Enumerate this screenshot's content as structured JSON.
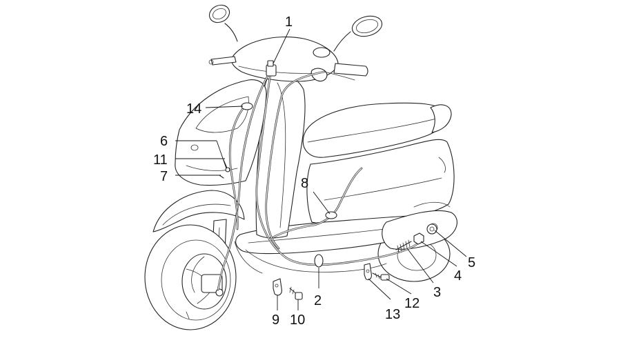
{
  "diagram": {
    "subject": "scooter-cable-assembly",
    "callouts": [
      {
        "id": "1",
        "label": "1"
      },
      {
        "id": "2",
        "label": "2"
      },
      {
        "id": "3",
        "label": "3"
      },
      {
        "id": "4",
        "label": "4"
      },
      {
        "id": "5",
        "label": "5"
      },
      {
        "id": "6",
        "label": "6"
      },
      {
        "id": "7",
        "label": "7"
      },
      {
        "id": "8",
        "label": "8"
      },
      {
        "id": "9",
        "label": "9"
      },
      {
        "id": "10",
        "label": "10"
      },
      {
        "id": "11",
        "label": "11"
      },
      {
        "id": "12",
        "label": "12"
      },
      {
        "id": "13",
        "label": "13"
      },
      {
        "id": "14",
        "label": "14"
      }
    ]
  }
}
